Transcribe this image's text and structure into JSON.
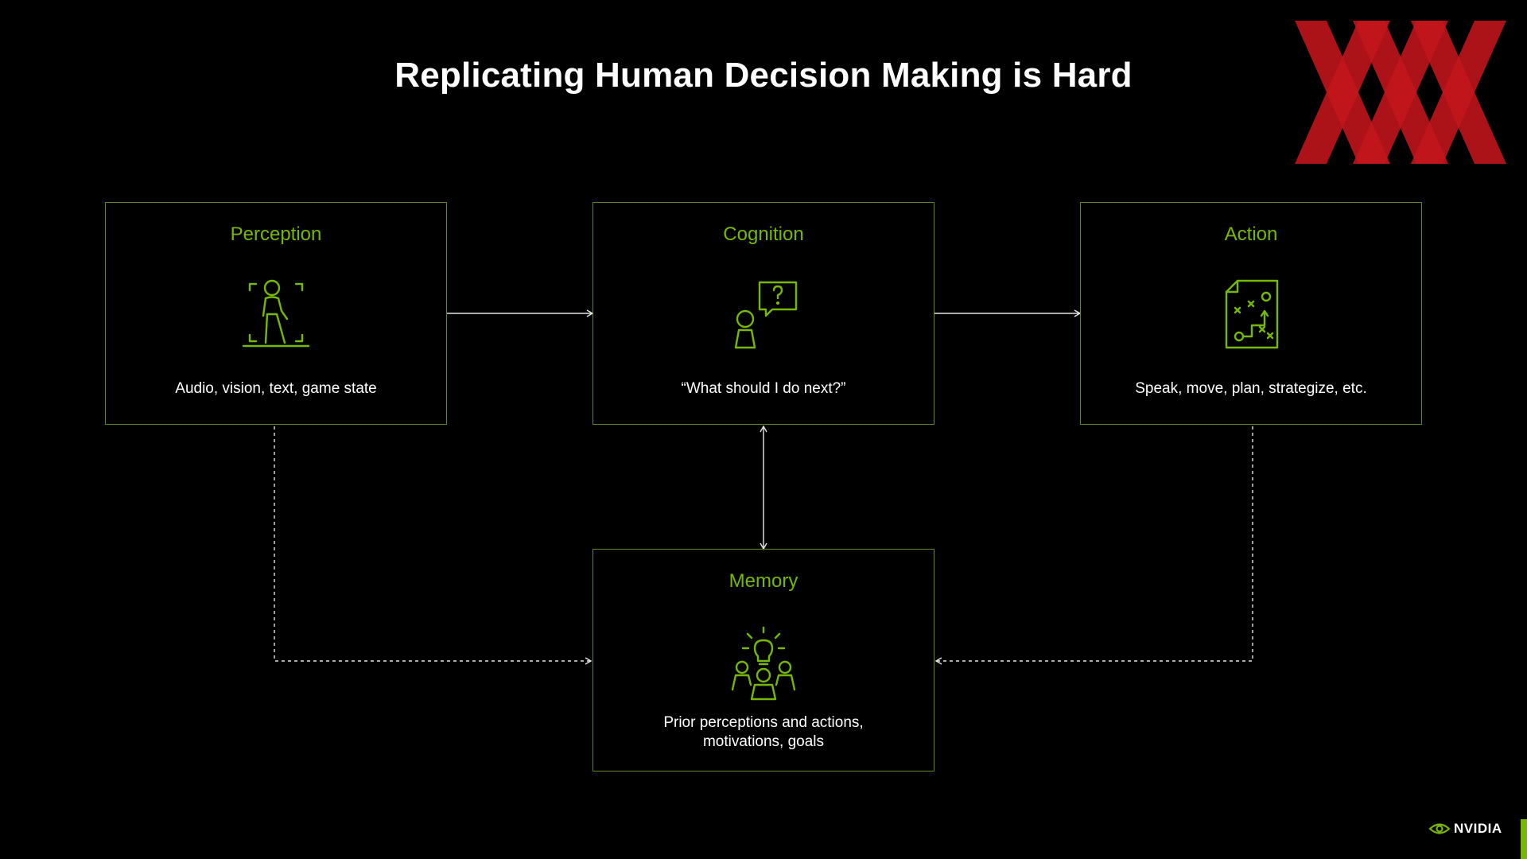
{
  "slide": {
    "title": "Replicating Human Decision Making is Hard"
  },
  "nodes": {
    "perception": {
      "heading": "Perception",
      "description": "Audio, vision, text, game state",
      "icon": "person-walking-in-frame-icon"
    },
    "cognition": {
      "heading": "Cognition",
      "description": "“What should I do next?”",
      "icon": "person-thinking-question-icon"
    },
    "action": {
      "heading": "Action",
      "description": "Speak, move, plan, strategize, etc.",
      "icon": "strategy-plan-document-icon"
    },
    "memory": {
      "heading": "Memory",
      "description": "Prior perceptions and actions,\nmotivations, goals",
      "icon": "team-lightbulb-icon"
    }
  },
  "edges": [
    {
      "from": "perception",
      "to": "cognition",
      "style": "solid"
    },
    {
      "from": "cognition",
      "to": "action",
      "style": "solid"
    },
    {
      "from": "cognition",
      "to": "memory",
      "style": "solid-bidirectional"
    },
    {
      "from": "perception",
      "to": "memory",
      "style": "dashed"
    },
    {
      "from": "action",
      "to": "memory",
      "style": "dashed"
    }
  ],
  "branding": {
    "company": "NVIDIA",
    "corner_logo": "xx-logo",
    "accent_color": "#76b900",
    "corner_logo_color": "#c4161c"
  }
}
